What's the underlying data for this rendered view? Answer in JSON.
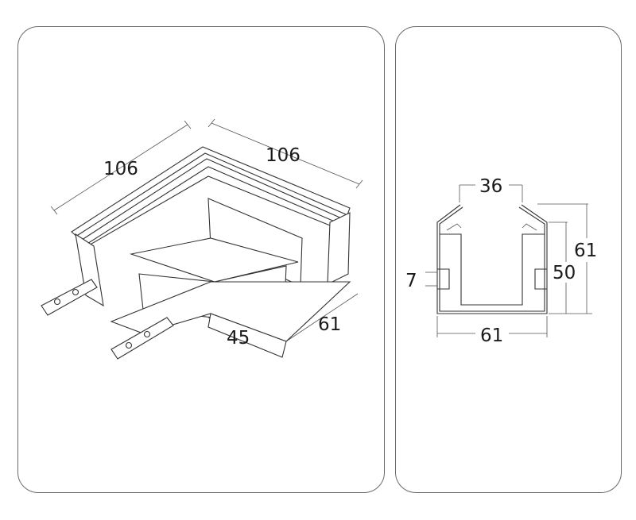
{
  "left_view": {
    "dimensions": [
      "106",
      "106",
      "45",
      "61"
    ]
  },
  "right_view": {
    "dimensions": {
      "top_opening": "36",
      "slot": "7",
      "inner_height": "50",
      "total_height": "61",
      "width": "61"
    }
  }
}
